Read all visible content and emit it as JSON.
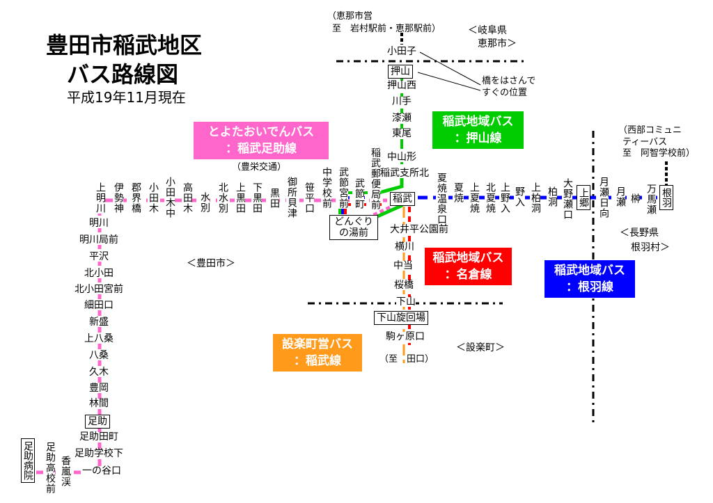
{
  "title": {
    "line1": "豊田市稲武地区",
    "line2": "バス路線図",
    "date": "平成19年11月現在"
  },
  "colors": {
    "pink": "#ff66cc",
    "green": "#00cc00",
    "blue": "#0000ff",
    "red": "#ff0000",
    "orange": "#ff9a1a"
  },
  "routes": {
    "toyota": {
      "line1": "とよたおいでんバス",
      "line2": "：稲武足助線",
      "operator": "（豊栄交通）"
    },
    "oshiyama": {
      "line1": "稲武地域バス",
      "line2": "：押山線"
    },
    "nagura": {
      "line1": "稲武地域バス",
      "line2": "：名倉線"
    },
    "nebane": {
      "line1": "稲武地域バス",
      "line2": "：根羽線"
    },
    "shitara": {
      "line1": "設楽町営バス",
      "line2": "：稲武線"
    }
  },
  "regions": {
    "toyota": "＜豊田市＞",
    "shitara": "＜設楽町＞",
    "nagano_1": "＜長野県",
    "nagano_2": "根羽村＞",
    "gifu_1": "＜岐阜県",
    "gifu_2": "恵那市＞"
  },
  "notes": {
    "ena_1": "（恵那市営",
    "ena_2": "至　岩村駅前・恵那駅前）",
    "seibu_1": "（西部コミュニ",
    "seibu_2": "ティーバス",
    "seibu_3": "至　阿智学校前）",
    "bridge_1": "橋をはさんで",
    "bridge_2": "すぐの位置",
    "taguchi": "（至　田口）"
  },
  "stations": {
    "west_row": [
      "上明川",
      "伊勢神",
      "郡界橋",
      "小田木",
      "小田木中",
      "高田木",
      "水別",
      "北水別",
      "上黒田",
      "下黒田",
      "黒田",
      "御所貝津",
      "笹平口",
      "中学校前",
      "武節宮前",
      "武節町",
      "稲武郵便局前"
    ],
    "inabu": "稲武",
    "dongури": "",
    "donguri": [
      "どんぐり",
      "の湯前"
    ],
    "east_row": [
      "夏焼温泉口",
      "夏焼",
      "上夏焼",
      "北夏焼",
      "上野入",
      "野入",
      "上柏洞",
      "柏洞",
      "大野瀬口",
      "上郷",
      "月瀬日向",
      "月瀬",
      "榊",
      "万馬瀬",
      "根羽"
    ],
    "north": [
      "小田子",
      "押山",
      "押山西",
      "川手",
      "漆瀬",
      "東尾",
      "中山形",
      "稲武支所北"
    ],
    "south": [
      "大井平公園前",
      "横川",
      "中当",
      "桜橋",
      "下山",
      "下山旋回場",
      "駒ヶ原口"
    ],
    "asuke_line": [
      "明川",
      "明川局前",
      "平沢",
      "北小田",
      "北小田宮前",
      "細田口",
      "新盛",
      "上八桑",
      "八桑",
      "久木",
      "豊岡",
      "林間",
      "足助",
      "足助田町",
      "足助学校下",
      "一の谷口"
    ],
    "asuke_branch": [
      "足助病院",
      "足助高校前",
      "香嵐渓"
    ]
  }
}
